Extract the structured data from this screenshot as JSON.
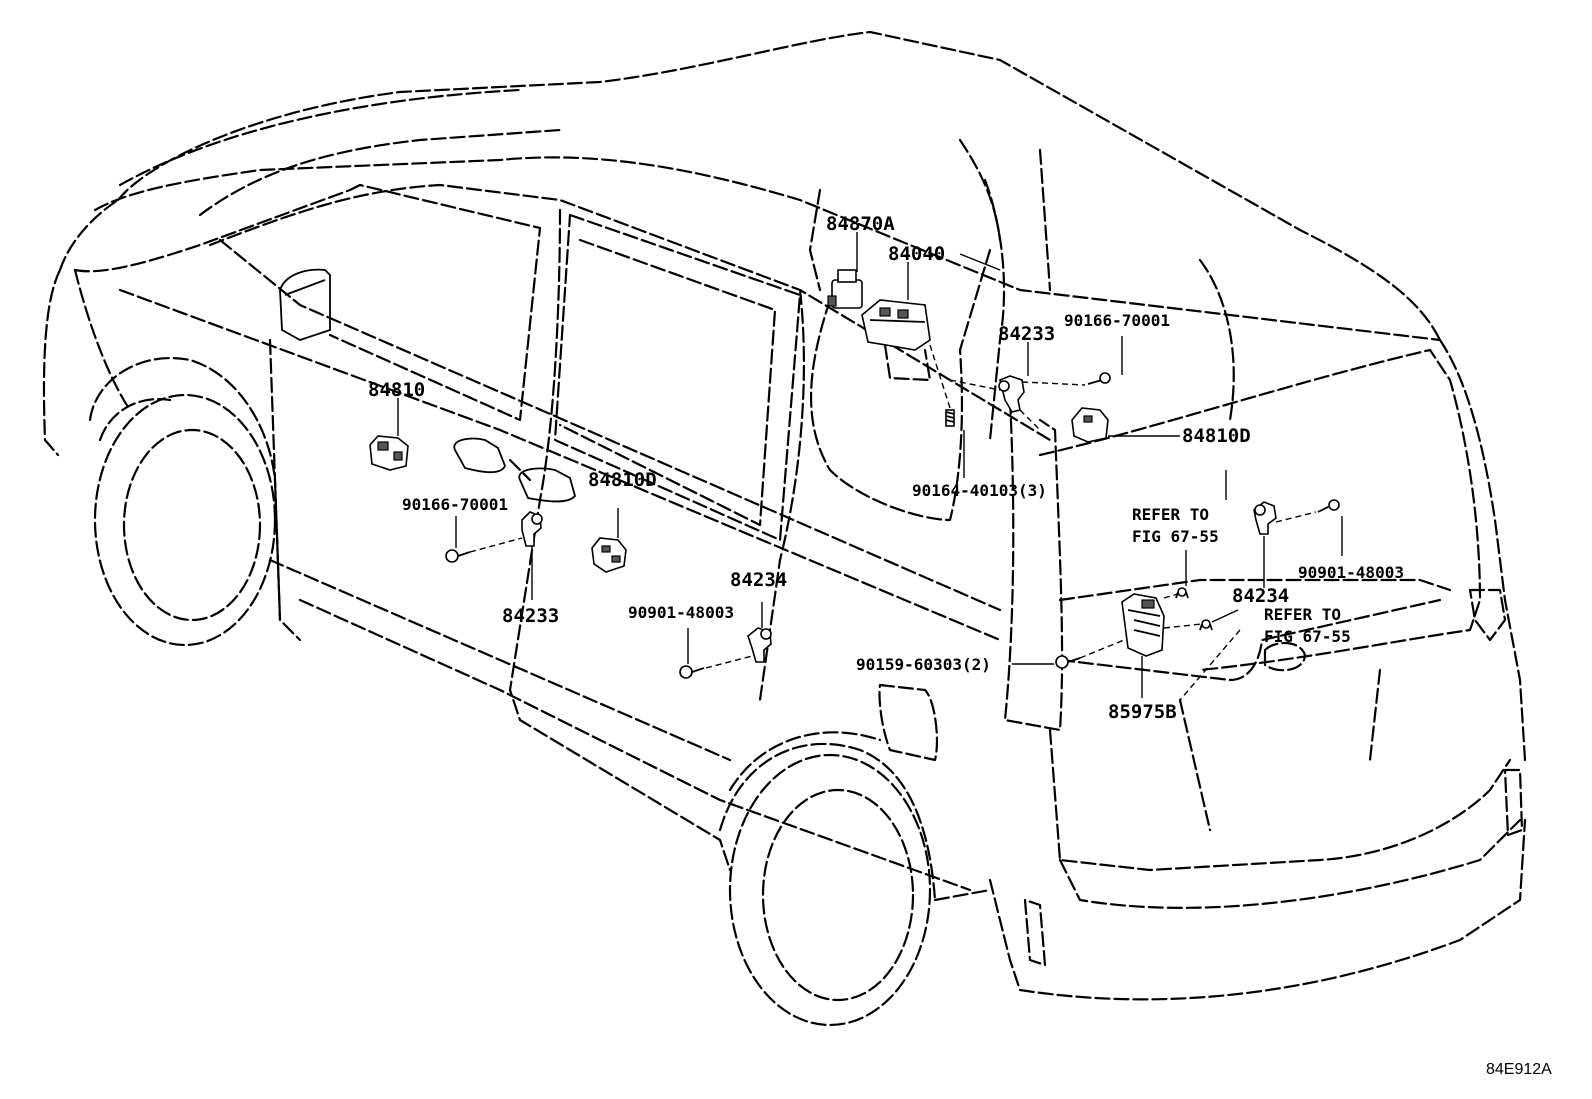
{
  "labels": {
    "p84870A": "84870A",
    "p84040": "84040",
    "p84233_top": "84233",
    "p90166_top": "90166-70001",
    "p84810_left": "84810",
    "p84810D_right": "84810D",
    "p90166_left": "90166-70001",
    "p84810D_mid": "84810D",
    "p90164": "90164-40103(3)",
    "refer1_line1": "REFER TO",
    "refer1_line2": "FIG 67-55",
    "p84234_right": "84234",
    "p90901_right": "90901-48003",
    "p84233_left": "84233",
    "p84234_mid": "84234",
    "p90901_mid": "90901-48003",
    "refer2_line1": "REFER TO",
    "refer2_line2": "FIG 67-55",
    "p90159": "90159-60303(2)",
    "p85975B": "85975B",
    "figure_code": "84E912A"
  }
}
